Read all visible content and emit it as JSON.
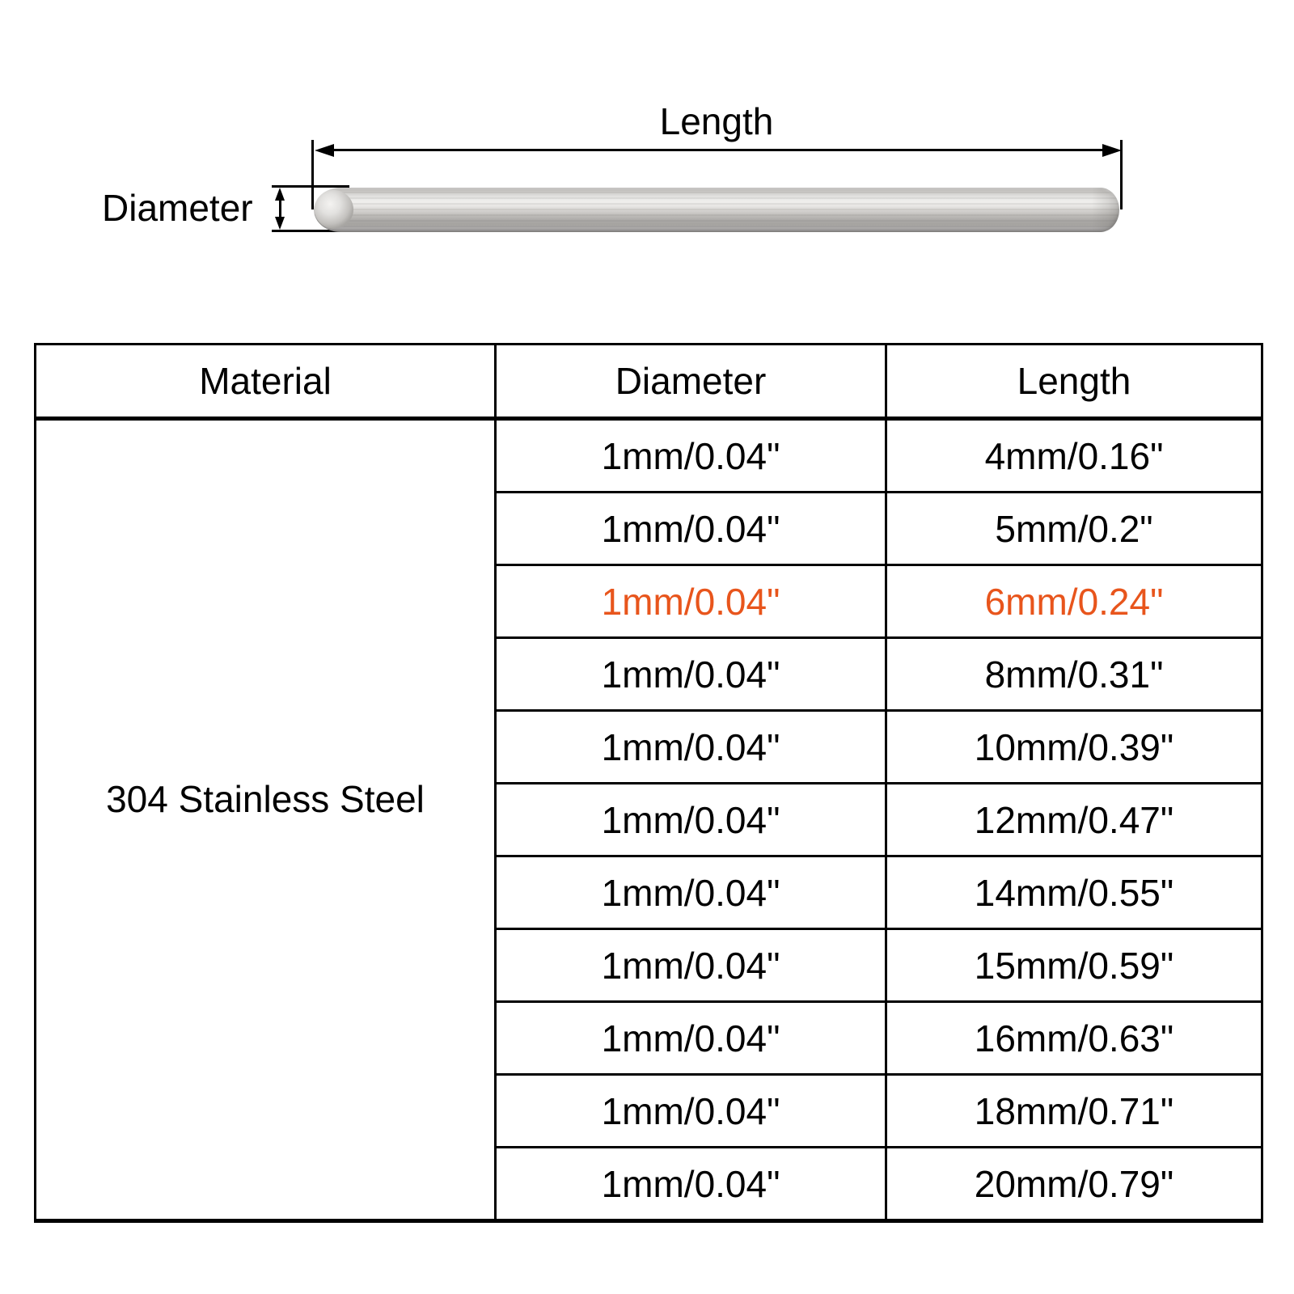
{
  "colors": {
    "accent": "#E8551C",
    "text": "#000000",
    "line": "#000000",
    "rod_base": "#C9C7C4"
  },
  "diagram": {
    "length_label": "Length",
    "diameter_label": "Diameter"
  },
  "table": {
    "headers": {
      "material": "Material",
      "diameter": "Diameter",
      "length": "Length"
    },
    "material": "304 Stainless Steel",
    "rows": [
      {
        "diameter": "1mm/0.04\"",
        "length": "4mm/0.16\"",
        "highlight": false
      },
      {
        "diameter": "1mm/0.04\"",
        "length": "5mm/0.2\"",
        "highlight": false
      },
      {
        "diameter": "1mm/0.04\"",
        "length": "6mm/0.24\"",
        "highlight": true
      },
      {
        "diameter": "1mm/0.04\"",
        "length": "8mm/0.31\"",
        "highlight": false
      },
      {
        "diameter": "1mm/0.04\"",
        "length": "10mm/0.39\"",
        "highlight": false
      },
      {
        "diameter": "1mm/0.04\"",
        "length": "12mm/0.47\"",
        "highlight": false
      },
      {
        "diameter": "1mm/0.04\"",
        "length": "14mm/0.55\"",
        "highlight": false
      },
      {
        "diameter": "1mm/0.04\"",
        "length": "15mm/0.59\"",
        "highlight": false
      },
      {
        "diameter": "1mm/0.04\"",
        "length": "16mm/0.63\"",
        "highlight": false
      },
      {
        "diameter": "1mm/0.04\"",
        "length": "18mm/0.71\"",
        "highlight": false
      },
      {
        "diameter": "1mm/0.04\"",
        "length": "20mm/0.79\"",
        "highlight": false
      }
    ]
  }
}
